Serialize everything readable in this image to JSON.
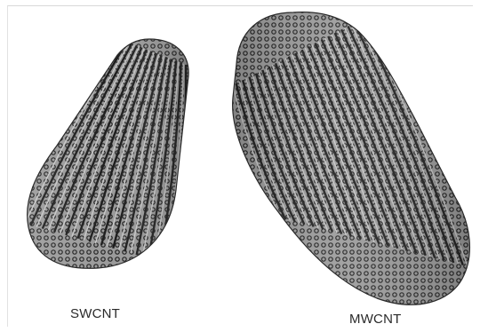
{
  "figure": {
    "tubes": [
      {
        "id": "swcnt",
        "label": "SWCNT"
      },
      {
        "id": "mwcnt",
        "label": "MWCNT"
      }
    ],
    "colors": {
      "background": "#ffffff",
      "lattice_dark": "#1e1e1e",
      "lattice_mid": "#8a8a8a",
      "lattice_light": "#c8c8c8",
      "label": "#2a2a2a"
    }
  }
}
